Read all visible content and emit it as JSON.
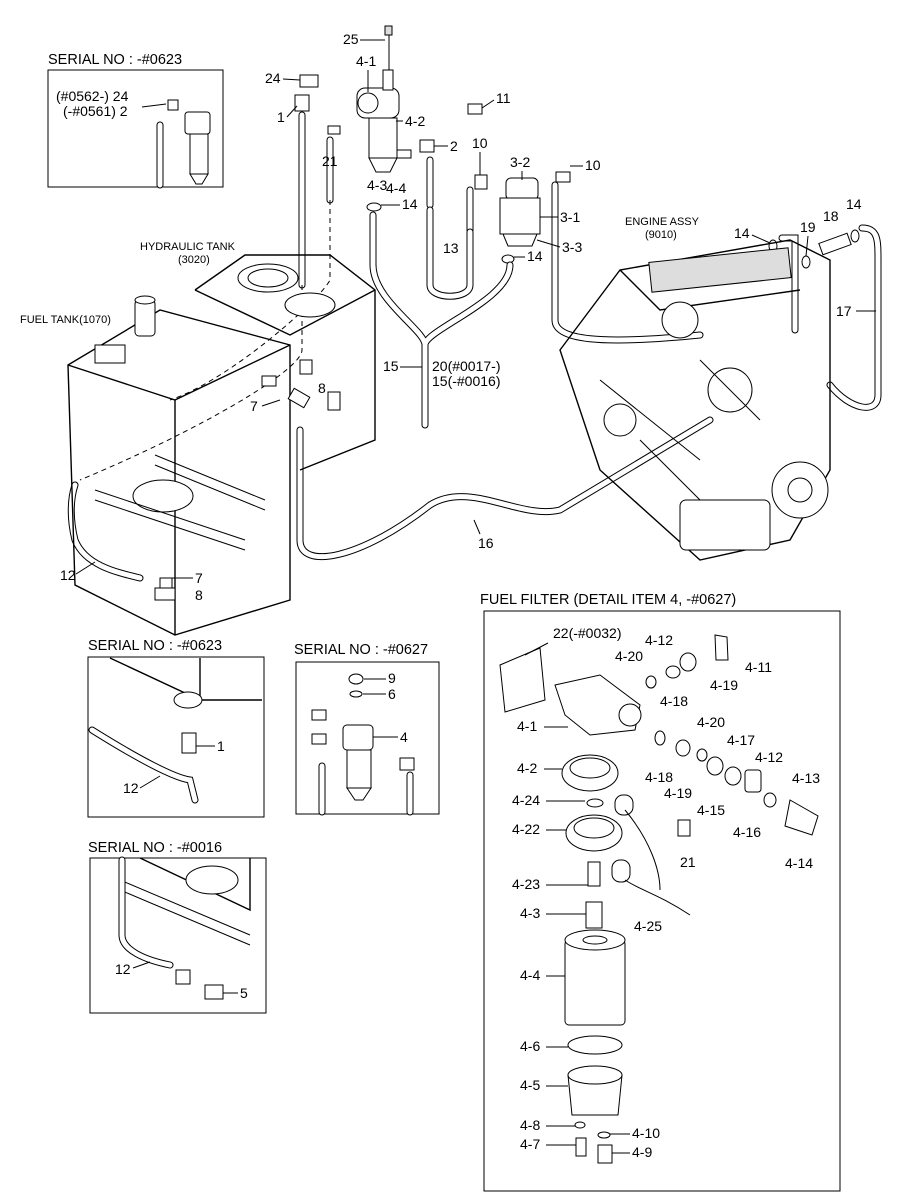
{
  "insets": {
    "serial_0623_top": {
      "title": "SERIAL NO : -#0623",
      "lbl_a": "(#0562-) 24",
      "lbl_b": "(-#0561) 2"
    },
    "serial_0623_bottom": {
      "title": "SERIAL NO : -#0623"
    },
    "serial_0627": {
      "title": "SERIAL NO : -#0627"
    },
    "serial_0016": {
      "title": "SERIAL NO : -#0016"
    },
    "fuel_filter": {
      "title": "FUEL FILTER (DETAIL ITEM 4, -#0627)"
    }
  },
  "components": {
    "hydraulic_tank": "HYDRAULIC TANK",
    "hydraulic_tank_code": "(3020)",
    "fuel_tank": "FUEL TANK(1070)",
    "engine_assy": "ENGINE ASSY",
    "engine_assy_code": "(9010)"
  },
  "callouts": {
    "c25": "25",
    "c24": "24",
    "c4_1": "4-1",
    "c1": "1",
    "c4_2": "4-2",
    "c21": "21",
    "c2": "2",
    "c4_3": "4-3",
    "c4_4": "4-4",
    "c14a": "14",
    "c11": "11",
    "c10a": "10",
    "c3_2": "3-2",
    "c10b": "10",
    "c3_1": "3-1",
    "c13": "13",
    "c3_3": "3-3",
    "c14b": "14",
    "c14c": "14",
    "c19": "19",
    "c18": "18",
    "c14d": "14",
    "c17": "17",
    "c15": "15",
    "c20": "20(#0017-)",
    "c15b": "15(-#0016)",
    "c7a": "7",
    "c8a": "8",
    "c16": "16",
    "c12": "12",
    "c7b": "7",
    "c8b": "8",
    "b_c1": "1",
    "b_c12": "12",
    "m_c9": "9",
    "m_c6": "6",
    "m_c4": "4",
    "s_c12": "12",
    "s_c5": "5",
    "f_22": "22(-#0032)",
    "f_4_12a": "4-12",
    "f_4_20a": "4-20",
    "f_4_11": "4-11",
    "f_4_19a": "4-19",
    "f_4_18a": "4-18",
    "f_4_1": "4-1",
    "f_4_20b": "4-20",
    "f_4_17": "4-17",
    "f_4_12b": "4-12",
    "f_4_2": "4-2",
    "f_4_18b": "4-18",
    "f_4_19b": "4-19",
    "f_4_15": "4-15",
    "f_4_13": "4-13",
    "f_4_16": "4-16",
    "f_4_24": "4-24",
    "f_4_14": "4-14",
    "f_4_22": "4-22",
    "f_21": "21",
    "f_4_23": "4-23",
    "f_4_25": "4-25",
    "f_4_3": "4-3",
    "f_4_4": "4-4",
    "f_4_6": "4-6",
    "f_4_5": "4-5",
    "f_4_8": "4-8",
    "f_4_10": "4-10",
    "f_4_7": "4-7",
    "f_4_9": "4-9"
  }
}
